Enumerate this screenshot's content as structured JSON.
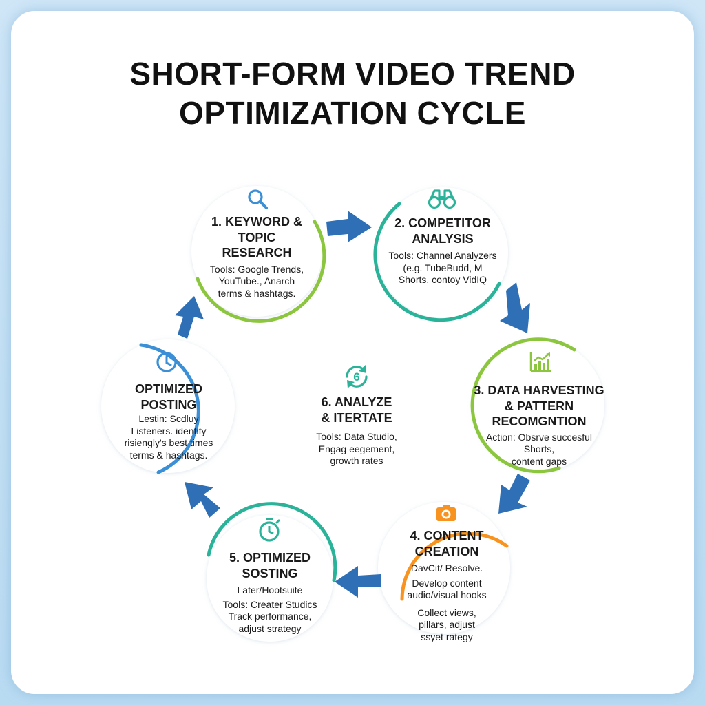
{
  "title": {
    "line1": "SHORT-FORM VIDEO TREND",
    "line2": "OPTIMIZATION CYCLE"
  },
  "nodes": {
    "keyword": {
      "icon": "search-icon",
      "color": "#8cc63f",
      "head": [
        "1. KEYWORD &",
        "TOPIC",
        "RESEARCH"
      ],
      "body": [
        "Tools: Google Trends,",
        "YouTube., Anarch",
        "terms & hashtags."
      ]
    },
    "competitor": {
      "icon": "binoculars-icon",
      "color": "#2bb39a",
      "head": [
        "2. COMPETITOR",
        "ANALYSIS"
      ],
      "body": [
        "Tools: Channel Analyzers",
        "(e.g. TubeBudd, M",
        "Shorts, contoy VidIQ"
      ]
    },
    "data": {
      "icon": "chart-icon",
      "color": "#8cc63f",
      "head": [
        "3. DATA HARVESTING",
        "& PATTERN",
        "RECOMGNTION"
      ],
      "body": [
        "Action: Obsrve succesful",
        "Shorts,",
        "content gaps"
      ]
    },
    "content": {
      "icon": "camera-icon",
      "color": "#f7931e",
      "head": [
        "4. CONTENT",
        "CREATION"
      ],
      "body": [
        "DavCit/ Resolve.",
        "Develop content",
        "audio/visual hooks",
        "Collect views,",
        "pillars, adjust",
        "ssyet rategy"
      ]
    },
    "sosting": {
      "icon": "stopwatch-icon",
      "color": "#2bb39a",
      "head": [
        "5. OPTIMIZED",
        "SOSTING"
      ],
      "body": [
        "Later/Hootsuite",
        "Tools: Creater Studics",
        "Track performance,",
        "adjust strategy"
      ]
    },
    "posting": {
      "icon": "clock-icon",
      "color": "#3b8fd6",
      "head": [
        "OPTIMIZED",
        "POSTING"
      ],
      "body": [
        "Lestin: Scdluy",
        "Listeners. identify",
        "risiengly's best times",
        "terms & hashtags."
      ]
    },
    "analyze": {
      "icon": "refresh-six-icon",
      "color": "#2bb39a",
      "icon_text": "6",
      "head": [
        "6. ANALYZE",
        "& ITERTATE"
      ],
      "body": [
        "Tools: Data Studio,",
        "Engag eegement,",
        "growth rates"
      ]
    }
  },
  "colors": {
    "arrow": "#2e6fb5",
    "green": "#8cc63f",
    "teal": "#2bb39a",
    "orange": "#f7931e",
    "blue": "#3b8fd6"
  }
}
